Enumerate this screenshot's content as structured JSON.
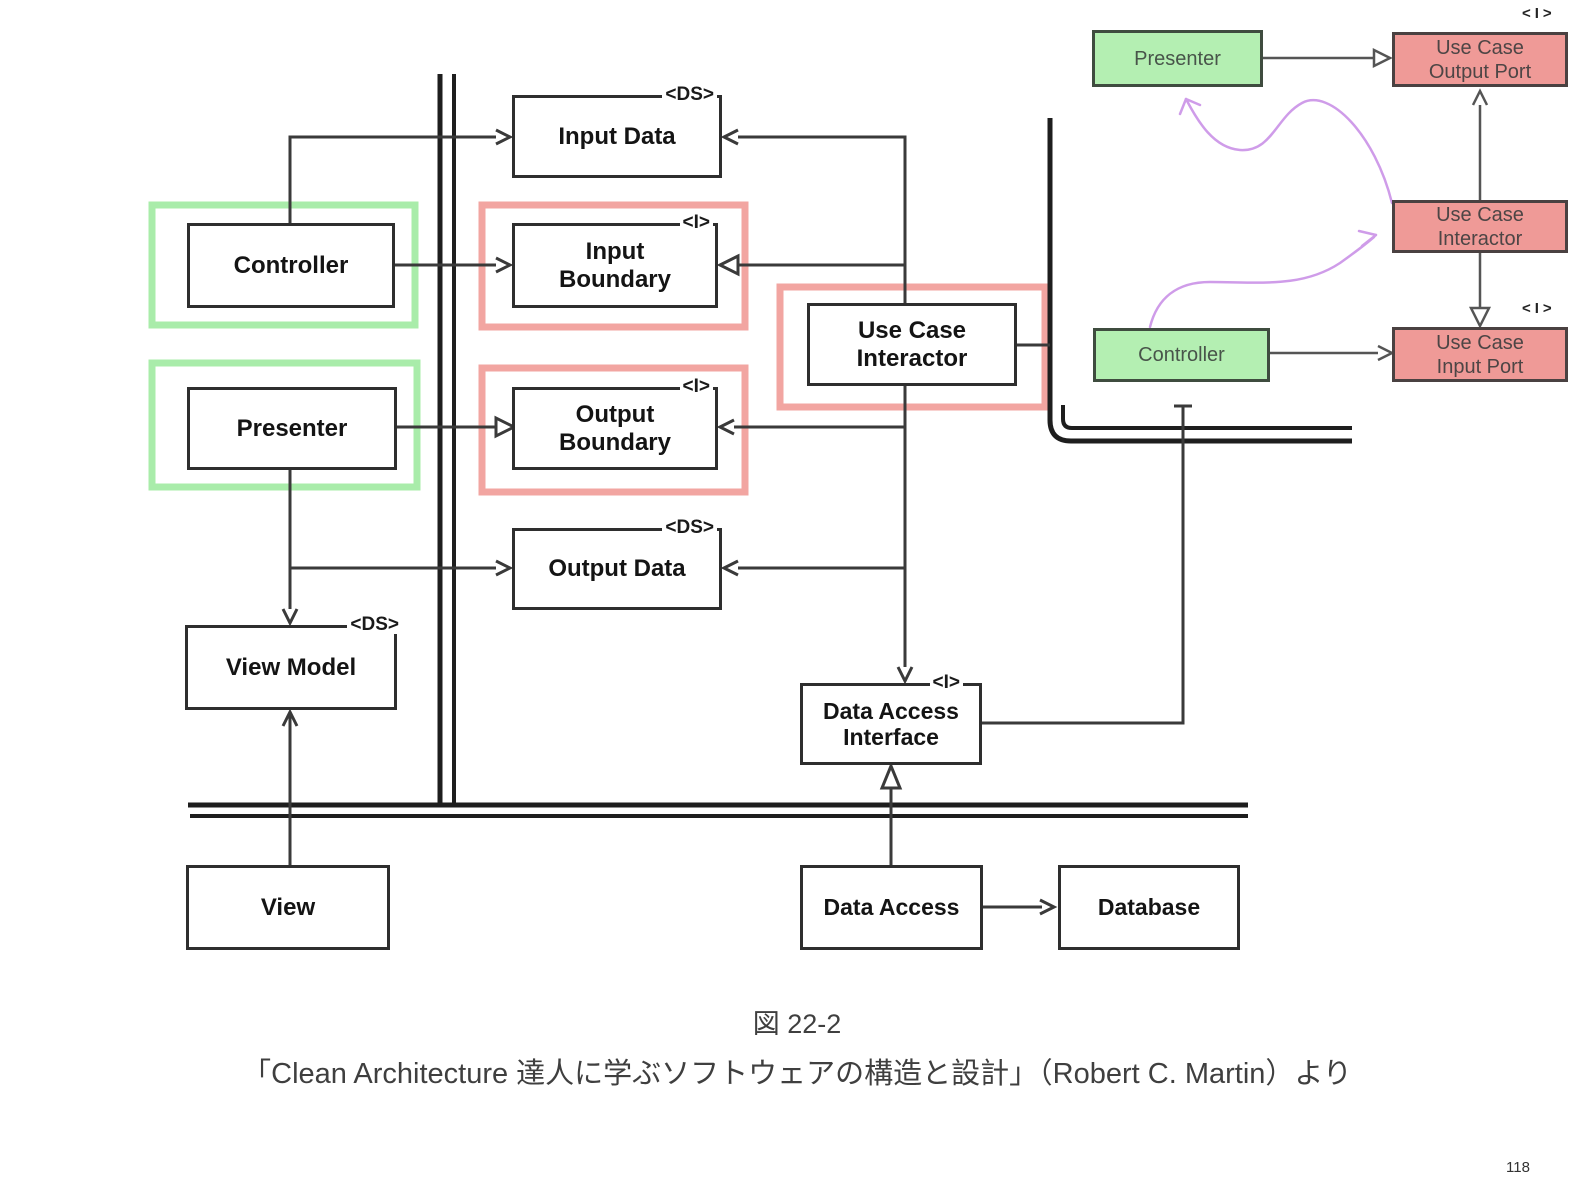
{
  "colors": {
    "highlight_green": "#a9ecaa",
    "highlight_red": "#f2a5a1",
    "inset_green_fill": "#b4efb2",
    "inset_red_fill": "#ef9a97",
    "pink_arrow": "#cf9ce9",
    "connector_line": "#3a3a3a",
    "boundary_line": "#1e1e1e"
  },
  "main": {
    "input_data": {
      "label": "Input Data",
      "stereotype": "<DS>"
    },
    "controller": {
      "label": "Controller"
    },
    "input_boundary": {
      "label": "Input\nBoundary",
      "stereotype": "<I>"
    },
    "use_case_interactor": {
      "label": "Use Case\nInteractor"
    },
    "presenter": {
      "label": "Presenter"
    },
    "output_boundary": {
      "label": "Output\nBoundary",
      "stereotype": "<I>"
    },
    "output_data": {
      "label": "Output Data",
      "stereotype": "<DS>"
    },
    "view_model": {
      "label": "View Model",
      "stereotype": "<DS>"
    },
    "view": {
      "label": "View"
    },
    "data_access_interface": {
      "label": "Data Access\nInterface",
      "stereotype": "<I>"
    },
    "data_access": {
      "label": "Data Access"
    },
    "database": {
      "label": "Database"
    }
  },
  "inset": {
    "presenter": {
      "label": "Presenter"
    },
    "controller": {
      "label": "Controller"
    },
    "use_case_output_port": {
      "label": "Use Case\nOutput Port",
      "stereotype": "<I>"
    },
    "use_case_interactor": {
      "label": "Use Case\nInteractor"
    },
    "use_case_input_port": {
      "label": "Use Case\nInput Port",
      "stereotype": "<I>"
    }
  },
  "caption": {
    "figure_number": "図 22-2",
    "source": "「Clean Architecture 達人に学ぶソフトウェアの構造と設計」（Robert C. Martin）より"
  },
  "page_number": "118"
}
